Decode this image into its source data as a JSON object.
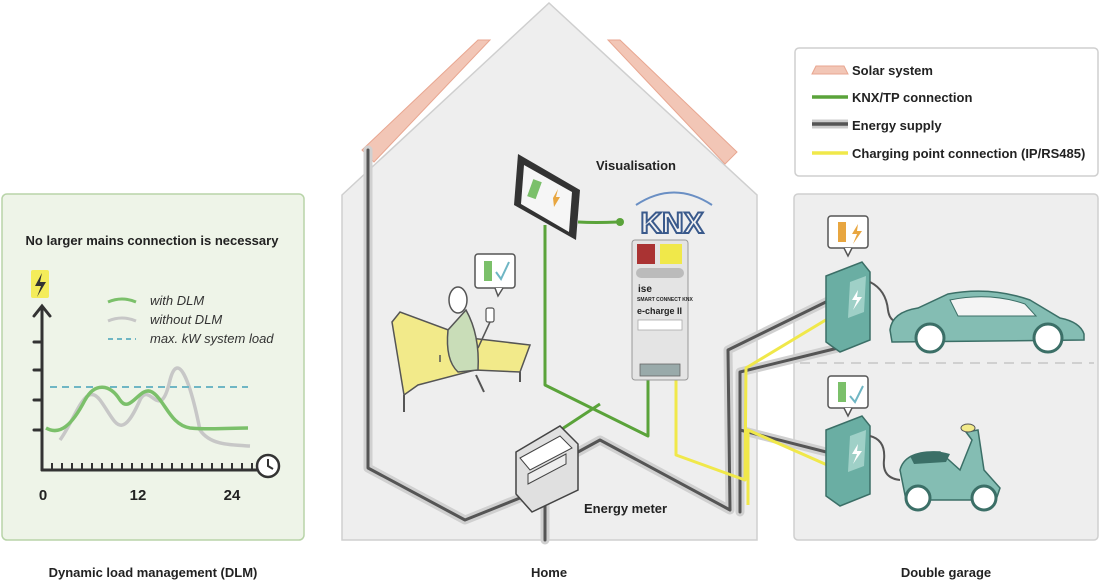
{
  "legend": {
    "items": [
      {
        "key": "solar",
        "label": "Solar system",
        "color": "#f2b9a6"
      },
      {
        "key": "knx",
        "label": "KNX/TP connection",
        "color": "#5aa33a"
      },
      {
        "key": "energy",
        "label": "Energy supply",
        "color": "#555555"
      },
      {
        "key": "charging",
        "label": "Charging point connection (IP/RS485)",
        "color": "#f0e84a"
      }
    ]
  },
  "dlm_panel": {
    "title": "No larger mains connection is necessary",
    "series": [
      {
        "label": "with DLM",
        "color": "#7bc06a"
      },
      {
        "label": "without DLM",
        "color": "#c7c7c7"
      },
      {
        "label": "max. kW system load",
        "color": "#6fb6c4"
      }
    ],
    "ticks": [
      "0",
      "12",
      "24"
    ],
    "caption": "Dynamic load management (DLM)"
  },
  "home": {
    "visualisation_label": "Visualisation",
    "knx_logo": "KNX",
    "device": {
      "brand": "ise",
      "line1": "SMART CONNECT KNX",
      "model": "e-charge II"
    },
    "energy_meter_label": "Energy meter",
    "caption": "Home"
  },
  "garage": {
    "caption": "Double garage"
  },
  "colors": {
    "house_fill": "#eeeeee",
    "panel_fill": "#eef4e8",
    "panel_border": "#b8d4a8",
    "charger": "#6aaea3",
    "vehicle": "#84bdb3"
  }
}
